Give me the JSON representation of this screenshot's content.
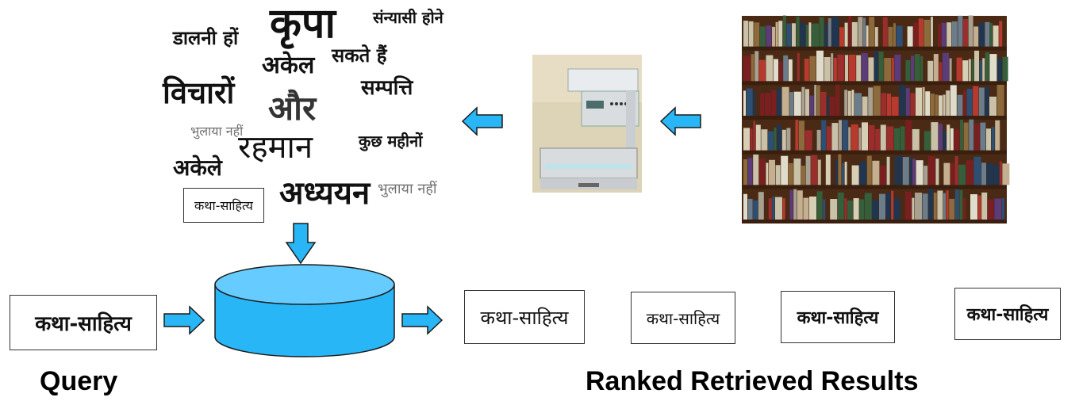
{
  "word_collage": [
    {
      "id": "w1",
      "text": "कृपा"
    },
    {
      "id": "w2",
      "text": "संन्यासी होने"
    },
    {
      "id": "w3",
      "text": "डालनी हों"
    },
    {
      "id": "w4",
      "text": "सकते हैं"
    },
    {
      "id": "w5",
      "text": "अकेल"
    },
    {
      "id": "w6",
      "text": "विचारों"
    },
    {
      "id": "w7",
      "text": "और"
    },
    {
      "id": "w8",
      "text": "सम्पत्ति"
    },
    {
      "id": "w9",
      "text": "भुलाया नहीं"
    },
    {
      "id": "w10",
      "text": "रहमान"
    },
    {
      "id": "w11",
      "text": "कुछ महीनों"
    },
    {
      "id": "w12",
      "text": "अकेले"
    },
    {
      "id": "w13",
      "text": "अध्ययन"
    },
    {
      "id": "w14",
      "text": "भुलाया नहीं"
    }
  ],
  "collage_boxed_word": "कथा-साहित्य",
  "query": {
    "word": "कथा-साहित्य",
    "label": "Query"
  },
  "results": {
    "label": "Ranked Retrieved Results",
    "items": [
      "कथा-साहित्य",
      "कथा-साहित्य",
      "कथा-साहित्य",
      "कथा-साहित्य"
    ]
  },
  "colors": {
    "arrow_fill": "#29b6f6",
    "arrow_stroke": "#1a1a1a",
    "db_fill": "#29b6f6",
    "db_top": "#66ccff"
  }
}
